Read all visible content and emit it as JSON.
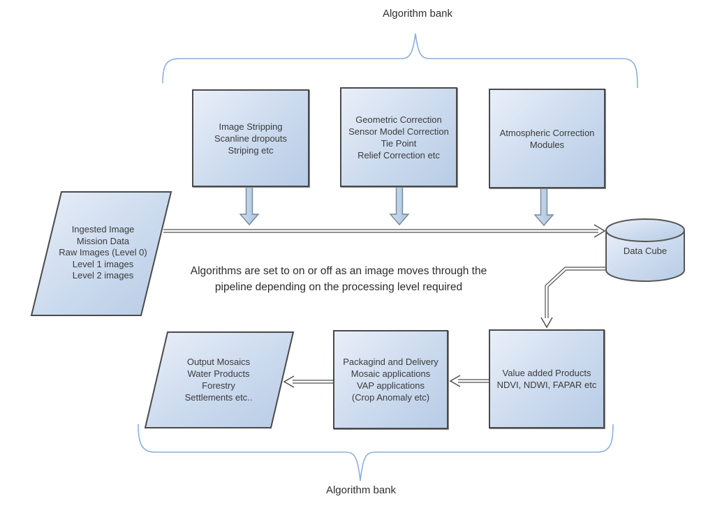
{
  "diagram": {
    "top_label": "Algorithm bank",
    "bottom_label": "Algorithm bank",
    "caption": "Algorithms are set to on or off as an image moves through the\npipeline depending on the processing level required",
    "nodes": {
      "input_parallelogram": "Ingested Image\nMission Data\nRaw Images (Level 0)\nLevel 1 images\nLevel 2 images",
      "image_stripping": "Image Stripping\nScanline dropouts\nStriping etc",
      "geometric_correction": "Geometric Correction\nSensor Model Correction\nTie Point\nRelief Correction etc",
      "atmospheric_correction": "Atmospheric Correction\nModules",
      "data_cube": "Data Cube",
      "value_added_products": "Value added Products\nNDVI, NDWI, FAPAR etc",
      "packaging_delivery": "Packagind and Delivery\nMosaic applications\nVAP applications\n(Crop Anomaly etc)",
      "output_parallelogram": "Output Mosaics\nWater Products\nForestry\nSettlements etc.."
    },
    "colors": {
      "node_fill_light": "#e9eff8",
      "node_fill_dark": "#b7cce6",
      "node_border": "#4a4a4a",
      "connector": "#4f4f4f",
      "brace": "#8ab0dc",
      "block_arrow_fill": "#bdd2e8",
      "block_arrow_border": "#76879b",
      "text": "#3b3b3b"
    }
  }
}
